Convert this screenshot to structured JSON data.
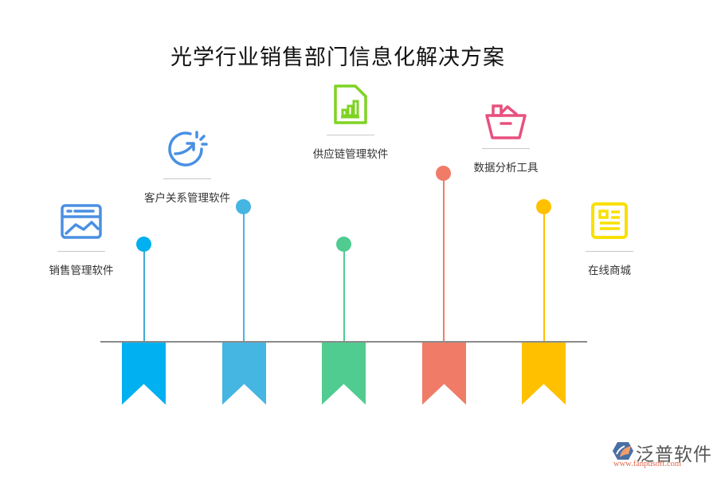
{
  "title": "光学行业销售部门信息化解决方案",
  "items": [
    {
      "label": "销售管理软件",
      "icon": "browser-chart-icon",
      "color": "#4a90e2",
      "flag_color": "#00b0f0",
      "stem_color": "#3fa9d8",
      "dot_color": "#00b0f0"
    },
    {
      "label": "客户关系管理软件",
      "icon": "growth-arrow-icon",
      "color": "#4a90e2",
      "flag_color": "#45b5e2",
      "stem_color": "#45b5e2",
      "dot_color": "#45b5e2"
    },
    {
      "label": "供应链管理软件",
      "icon": "document-bar-chart-icon",
      "color": "#7ed321",
      "flag_color": "#50cc90",
      "stem_color": "#50cc90",
      "dot_color": "#50cc90"
    },
    {
      "label": "数据分析工具",
      "icon": "basket-icon",
      "color": "#e8507e",
      "flag_color": "#f07c68",
      "stem_color": "#f07c68",
      "dot_color": "#f07c68"
    },
    {
      "label": "在线商城",
      "icon": "news-page-icon",
      "color": "#f8e000",
      "flag_color": "#ffc000",
      "stem_color": "#ffc000",
      "dot_color": "#ffc000"
    }
  ],
  "logo": {
    "brand": "泛普软件",
    "url": "www.fanpusoft.com"
  }
}
